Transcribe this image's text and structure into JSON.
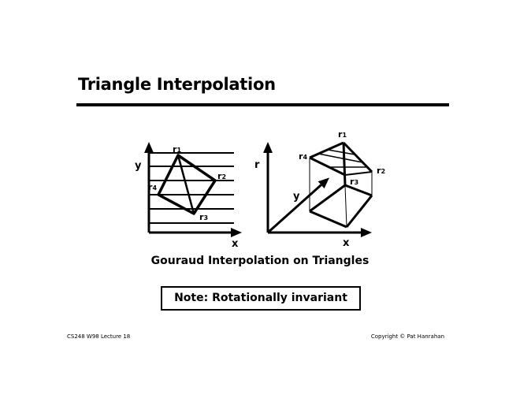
{
  "slide": {
    "title": "Triangle Interpolation",
    "caption": "Gouraud Interpolation on Triangles",
    "note": "Note: Rotationally invariant",
    "footer_left": "CS248 W98 Lecture 18",
    "footer_right": "Copyright © Pat Hanrahan"
  },
  "diagram_left": {
    "y_label": "y",
    "x_label": "x",
    "r1": "r",
    "r2": "r",
    "r3": "r",
    "r4": "r",
    "s1": "1",
    "s2": "2",
    "s3": "3",
    "s4": "4"
  },
  "diagram_right": {
    "r_label": "r",
    "x_label": "x",
    "y_label": "y",
    "r1": "r",
    "r2": "r",
    "r3": "r",
    "r4": "r",
    "s1": "1",
    "s2": "2",
    "s3": "3",
    "s4": "4"
  }
}
